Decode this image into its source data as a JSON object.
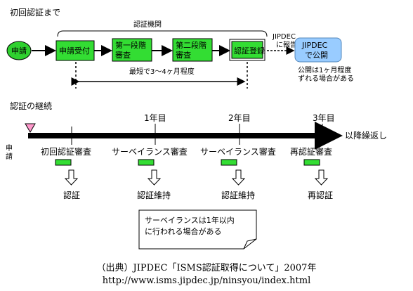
{
  "section1": {
    "title": "初回認証まで",
    "org_label": "認証機関",
    "apply_label": "申請",
    "steps": [
      "申請受付",
      "第一段階",
      "審査",
      "第二段階",
      "審査",
      "認証登録"
    ],
    "duration_label": "最短で3～4ヶ月程度",
    "report_label_1": "JIPDEC",
    "report_label_2": "に報告",
    "jipdec_box_1": "JIPDEC",
    "jipdec_box_2": "で公開",
    "publish_note_1": "公開は1ヶ月程度",
    "publish_note_2": "ずれる場合がある"
  },
  "section2": {
    "title": "認証の継続",
    "years": [
      "1年目",
      "2年目",
      "3年目"
    ],
    "after_label": "以降繰返し",
    "apply_vertical": [
      "申",
      "請"
    ],
    "audits": [
      "初回認証審査",
      "サーベイランス審査",
      "サーベイランス審査",
      "再認証審査"
    ],
    "results": [
      "認証",
      "認証維持",
      "認証維持",
      "再認証"
    ],
    "note_1": "サーベイランスは1年以内",
    "note_2": "に行われる場合がある"
  },
  "source": {
    "line1": "（出典）JIPDEC「ISMS認証取得について」2007年",
    "line2": "http://www.isms.jipdec.jp/ninsyou/index.html"
  },
  "colors": {
    "green": "#33dd33",
    "blue": "#99ccff",
    "pink": "#ff99cc",
    "apply_oval": "#2fd12f"
  }
}
